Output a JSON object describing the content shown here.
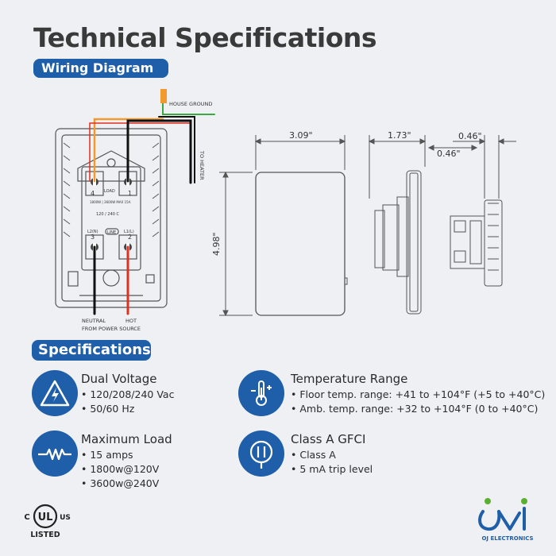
{
  "title": "Technical Specifications",
  "sections": {
    "wiring": "Wiring Diagram",
    "specs": "Specifications"
  },
  "wiring_labels": {
    "house_ground": "HOUSE GROUND",
    "to_heater": "TO HEATER",
    "neutral": "NEUTRAL",
    "from_power": "FROM POWER SOURCE",
    "hot": "HOT",
    "load": "LOAD",
    "t4": "4",
    "t1": "1",
    "t3": "3",
    "t2": "2",
    "rating": "1800W | 3600W MAX 15A",
    "voltage": "120 / 240   C",
    "line": "LINE",
    "l2n": "L2(N)",
    "l1l": "L1(L)"
  },
  "dimensions": {
    "width": "3.09\"",
    "height": "4.98\"",
    "depth": "1.73\"",
    "d1": "0.46\"",
    "d2": "0.46\""
  },
  "specs": [
    {
      "icon": "voltage-warning-icon",
      "head": "Dual Voltage",
      "lines": [
        "120/208/240 Vac",
        "50/60 Hz"
      ]
    },
    {
      "icon": "thermometer-icon",
      "head": "Temperature Range",
      "lines": [
        "Floor temp. range: +41 to +104°F (+5 to +40°C)",
        "Amb. temp. range: +32 to +104°F (0 to +40°C)"
      ]
    },
    {
      "icon": "resistor-icon",
      "head": "Maximum Load",
      "lines": [
        "15 amps",
        "1800w@120V",
        "3600w@240V"
      ]
    },
    {
      "icon": "gfci-icon",
      "head": "Class A GFCI",
      "lines": [
        "Class A",
        "5 mA trip level"
      ]
    }
  ],
  "logos": {
    "ul_c": "C",
    "ul_us": "US",
    "ul_mark": "UL",
    "ul_listed": "LISTED",
    "oj_brand": "OJ ELECTRONICS"
  },
  "colors": {
    "accent": "#1f5ea8",
    "wire_red": "#e03020",
    "wire_orange": "#f29a2e",
    "wire_green": "#3aa845",
    "wire_black": "#111111"
  }
}
